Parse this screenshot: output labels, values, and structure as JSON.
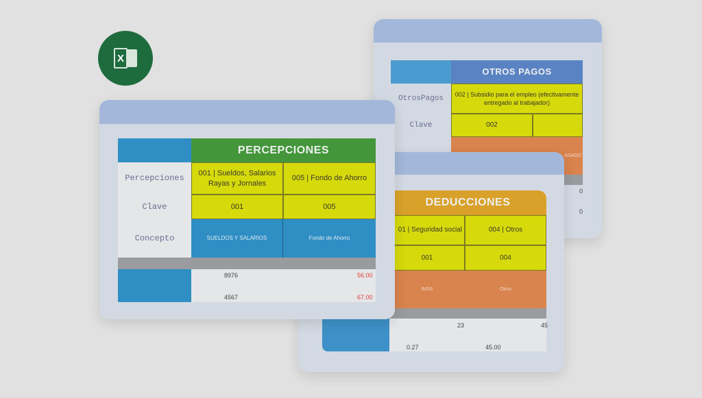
{
  "icon": {
    "name": "excel-icon",
    "letter": "X",
    "color": "#1e6b3d"
  },
  "otros_pagos": {
    "title": "OTROS PAGOS",
    "row_label": "OtrosPagos",
    "clave_label": "Clave",
    "concept": "002 | Subsidio para el empleo (efectivamente entregado al trabajador)",
    "clave": "002",
    "orange_text": "ASADO",
    "values": [
      "0",
      "0"
    ]
  },
  "deducciones": {
    "title": "DEDUCCIONES",
    "concepts": [
      "01 | Seguridad social",
      "004 | Otros"
    ],
    "claves": [
      "001",
      "004"
    ],
    "names": [
      "IMSS",
      "Otros"
    ],
    "row1": [
      "23",
      "45"
    ],
    "row2": [
      "0.27",
      "45.00"
    ]
  },
  "percepciones": {
    "title": "PERCEPCIONES",
    "labels": {
      "row1": "Percepciones",
      "row2": "Clave",
      "row3": "Concepto"
    },
    "concepts": [
      "001 | Sueldos, Salarios Rayas y Jornales",
      "005 | Fondo de Ahorro"
    ],
    "claves": [
      "001",
      "005"
    ],
    "names": [
      "SUELDOS Y SALARIOS",
      "Fondo de Ahorro"
    ],
    "rows": [
      [
        "8976",
        "56.00"
      ],
      [
        "4567",
        "67.00"
      ]
    ]
  }
}
